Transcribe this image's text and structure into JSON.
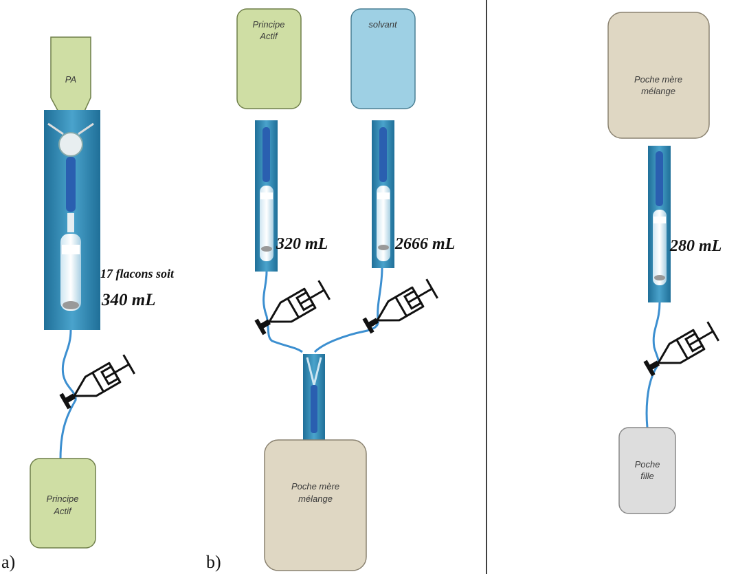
{
  "panel_a": {
    "label": "a)",
    "hopper_label": "PA",
    "volume_line1": "17 flacons soit",
    "volume_line2": "340 mL",
    "bag_line1": "Principe",
    "bag_line2": "Actif"
  },
  "panel_b": {
    "label": "b)",
    "left_bag_line1": "Principe",
    "left_bag_line2": "Actif",
    "right_bag_label": "solvant",
    "left_volume": "320 mL",
    "right_volume": "2666 mL",
    "bottom_bag_line1": "Poche mère",
    "bottom_bag_line2": "mélange"
  },
  "panel_c": {
    "top_bag_line1": "Poche mère",
    "top_bag_line2": "mélange",
    "volume": "280 mL",
    "bottom_bag_line1": "Poche",
    "bottom_bag_line2": "fille"
  },
  "colors": {
    "green_bag": "#cfdea4",
    "blue_bag": "#9ed0e4",
    "beige_bag": "#dfd7c3",
    "grey_bag": "#dddddd",
    "tube": "#3c8fd0",
    "photo_bg": "#2f8fb8"
  }
}
